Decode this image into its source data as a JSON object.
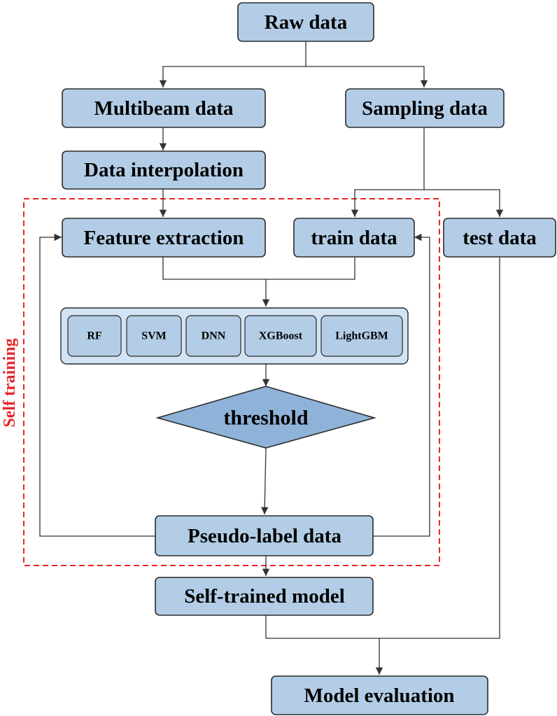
{
  "nodes": {
    "raw_data": "Raw data",
    "multibeam_data": "Multibeam data",
    "sampling_data": "Sampling data",
    "data_interpolation": "Data interpolation",
    "feature_extraction": "Feature extraction",
    "train_data": "train data",
    "test_data": "test data",
    "threshold": "threshold",
    "pseudo_label_data": "Pseudo-label data",
    "self_trained_model": "Self-trained model",
    "model_evaluation": "Model evaluation"
  },
  "models": [
    "RF",
    "SVM",
    "DNN",
    "XGBoost",
    "LightGBM"
  ],
  "group_label": "Self training",
  "colors": {
    "node_fill": "#b3cde6",
    "group_fill": "#d4e3f2",
    "diamond_fill": "#8fb2d8",
    "dashed_border": "#e8262b",
    "group_label": "#e8262b"
  }
}
